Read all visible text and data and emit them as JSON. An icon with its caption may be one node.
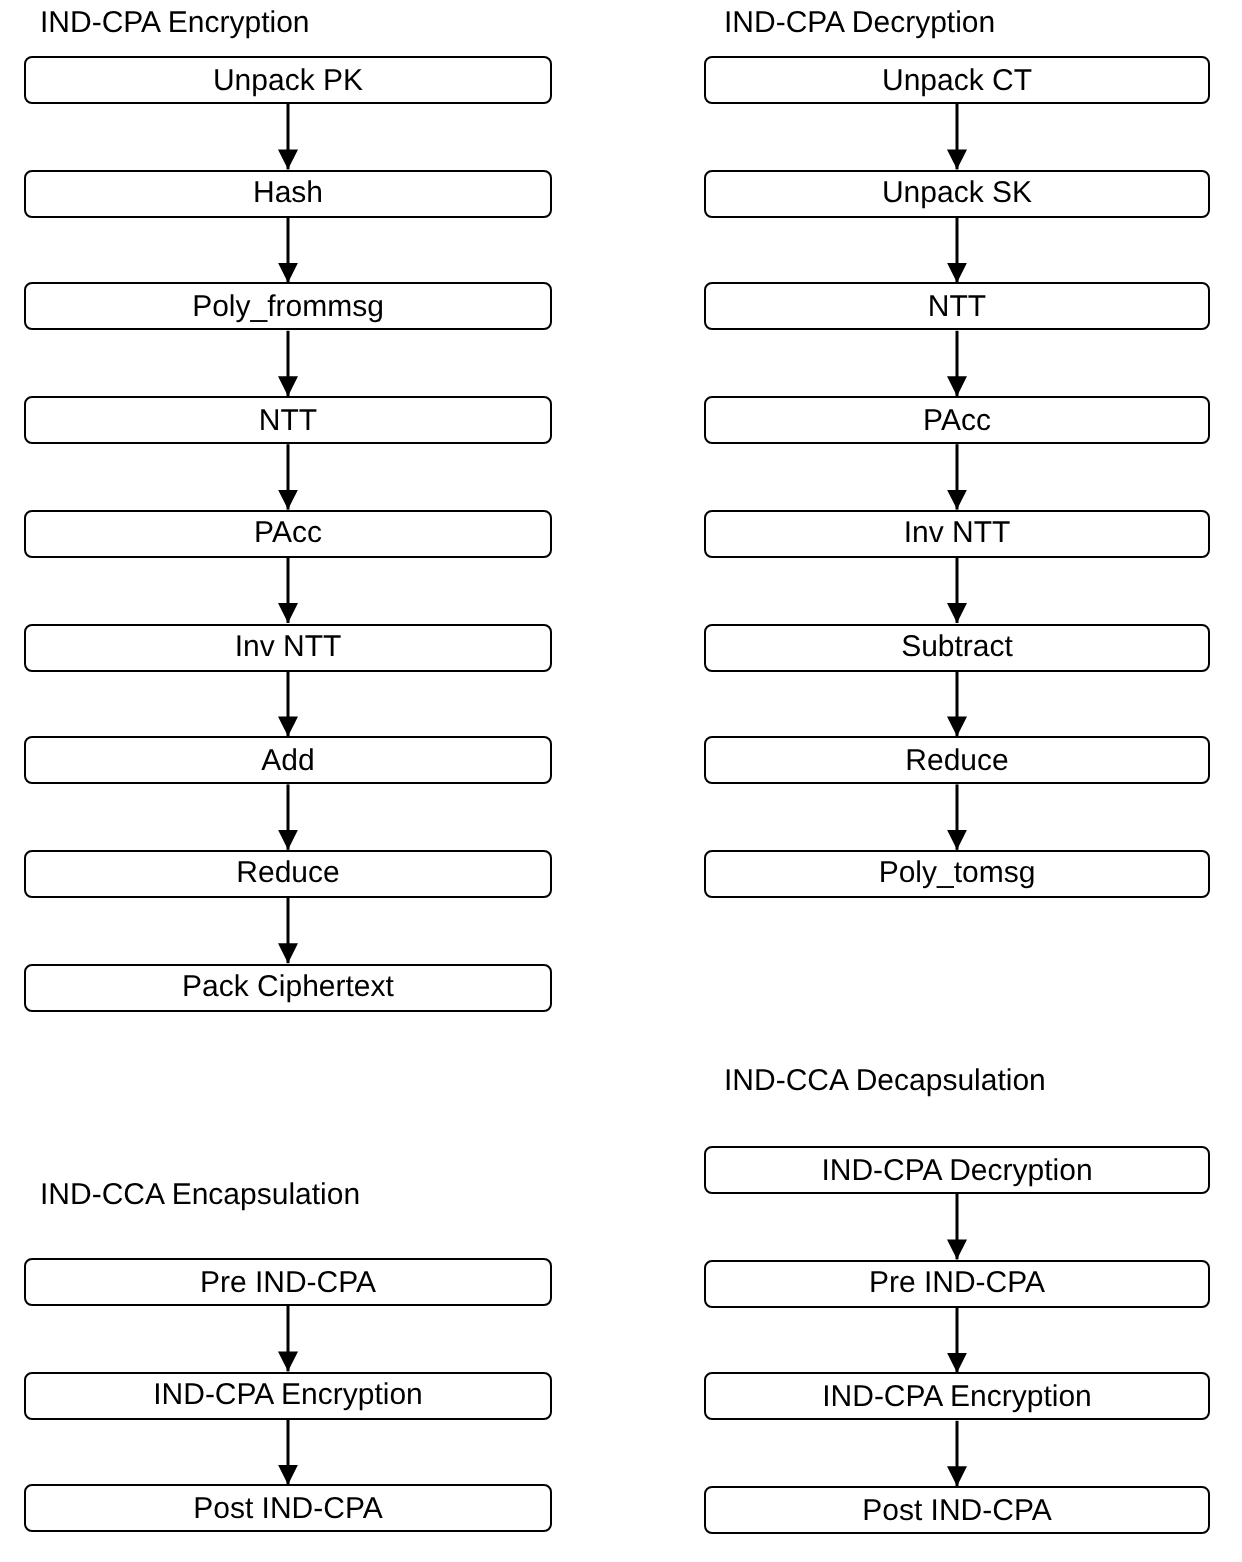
{
  "diagram": {
    "nodes": [
      {
        "text": [
          "Unpack PK"
        ]
      },
      {
        "text": [
          "Hash"
        ]
      },
      {
        "text": [
          "Poly_frommsg"
        ]
      },
      {
        "text": [
          "NTT"
        ]
      },
      {
        "text": [
          "PAcc"
        ]
      },
      {
        "text": [
          "Inv NTT"
        ]
      },
      {
        "text": [
          "Add"
        ]
      },
      {
        "text": [
          "Reduce"
        ]
      },
      {
        "text": [
          "Pack Ciphertext"
        ]
      },
      {
        "text": [
          "Unpack CT"
        ]
      },
      {
        "text": [
          "Unpack SK"
        ]
      },
      {
        "text": [
          "NTT"
        ]
      },
      {
        "text": [
          "PAcc"
        ]
      },
      {
        "text": [
          "Inv NTT"
        ]
      },
      {
        "text": [
          "Subtract"
        ]
      },
      {
        "text": [
          "Reduce"
        ]
      },
      {
        "text": [
          "Poly_tomsg"
        ]
      },
      {
        "text": [
          "Pre IND-CPA"
        ]
      },
      {
        "text": [
          "IND-CPA Encryption"
        ]
      },
      {
        "text": [
          "Post IND-CPA"
        ]
      },
      {
        "text": [
          "IND-CPA Decryption"
        ]
      },
      {
        "text": [
          "Pre IND-CPA"
        ]
      },
      {
        "text": [
          "IND-CPA Encryption"
        ]
      },
      {
        "text": [
          "Post IND-CPA"
        ]
      }
    ],
    "edges": [
      {
        "from": 0,
        "to": 1,
        "arrow": "to"
      },
      {
        "from": 1,
        "to": 2,
        "arrow": "to"
      },
      {
        "from": 2,
        "to": 3,
        "arrow": "to"
      },
      {
        "from": 3,
        "to": 4,
        "arrow": "to"
      },
      {
        "from": 4,
        "to": 5,
        "arrow": "to"
      },
      {
        "from": 5,
        "to": 6,
        "arrow": "to"
      },
      {
        "from": 6,
        "to": 7,
        "arrow": "to"
      },
      {
        "from": 7,
        "to": 8,
        "arrow": "to"
      },
      {
        "from": 9,
        "to": 10,
        "arrow": "to"
      },
      {
        "from": 10,
        "to": 11,
        "arrow": "to"
      },
      {
        "from": 11,
        "to": 12,
        "arrow": "to"
      },
      {
        "from": 12,
        "to": 13,
        "arrow": "to"
      },
      {
        "from": 13,
        "to": 14,
        "arrow": "to"
      },
      {
        "from": 14,
        "to": 15,
        "arrow": "to"
      },
      {
        "from": 15,
        "to": 16,
        "arrow": "to"
      },
      {
        "from": 17,
        "to": 18,
        "arrow": "to"
      },
      {
        "from": 18,
        "to": 19,
        "arrow": "to"
      },
      {
        "from": 20,
        "to": 21,
        "arrow": "to"
      },
      {
        "from": 21,
        "to": 22,
        "arrow": "to"
      },
      {
        "from": 22,
        "to": 23,
        "arrow": "to"
      }
    ],
    "labels": [
      "IND-CPA Encryption",
      "IND-CPA Decryption",
      "IND-CCA Decapsulation",
      "IND-CCA Encapsulation"
    ]
  }
}
